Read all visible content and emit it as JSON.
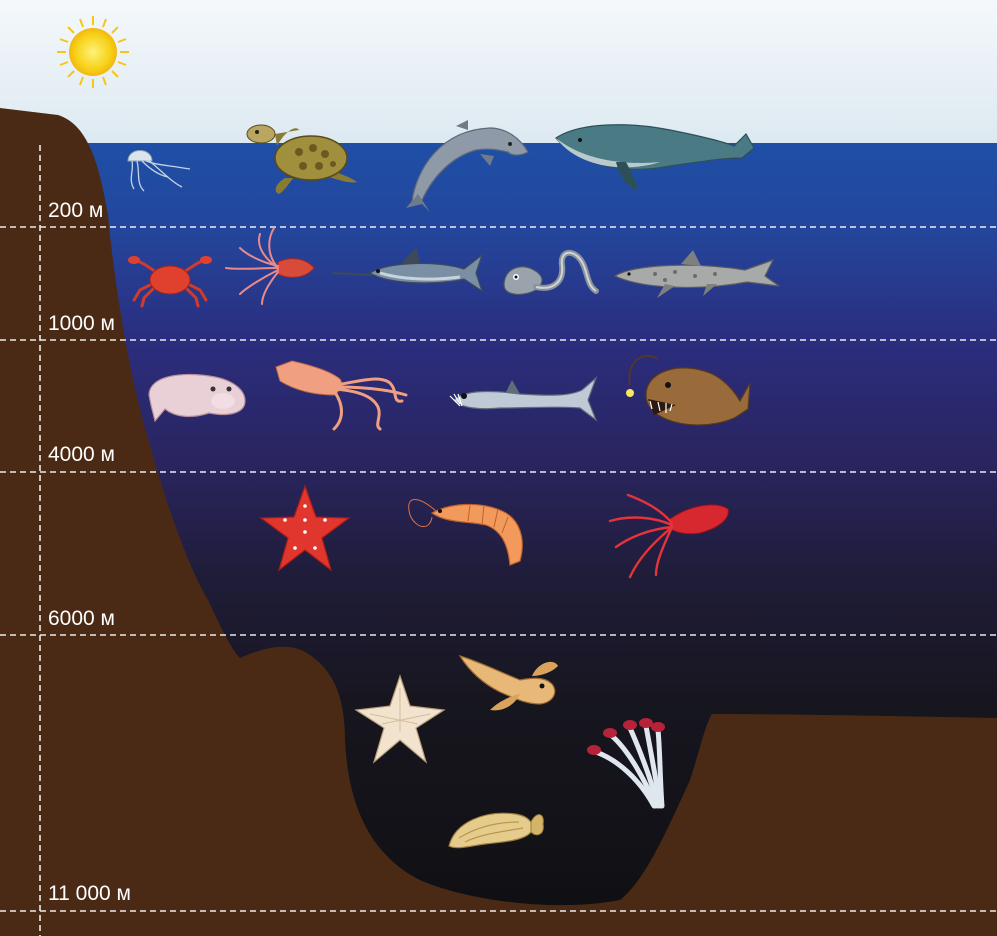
{
  "depth_labels": [
    "200 м",
    "1000 м",
    "4000 м",
    "6000 м",
    "11 000 м"
  ],
  "colors": {
    "sky": "#e3eef5",
    "water_top": "#1f4fa6",
    "water_mid": "#2b2d7e",
    "water_deep": "#131320",
    "seabed": "#4a2a14",
    "sun": "#f7d21a",
    "depth_line": "#ffffff"
  },
  "creatures": {
    "zone_surface": [
      "jellyfish-icon",
      "sea-turtle-icon",
      "dolphin-icon",
      "humpback-whale-icon"
    ],
    "zone_200_1000": [
      "crab-icon",
      "squid-icon",
      "swordfish-icon",
      "eel-icon",
      "shark-icon"
    ],
    "zone_1000_4000": [
      "blobfish-icon",
      "giant-squid-icon",
      "viperfish-icon",
      "anglerfish-icon"
    ],
    "zone_4000_6000": [
      "red-starfish-icon",
      "deep-sea-shrimp-icon",
      "red-squid-icon"
    ],
    "zone_trench": [
      "pale-starfish-icon",
      "snailfish-icon",
      "tube-worms-icon",
      "sea-cucumber-icon"
    ]
  }
}
